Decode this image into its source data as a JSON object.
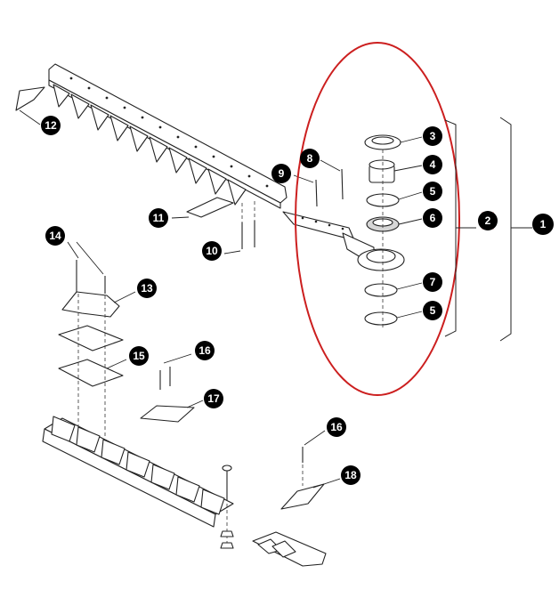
{
  "accent_color": "#cc1f1f",
  "callouts": {
    "c1": "1",
    "c2": "2",
    "c3": "3",
    "c4": "4",
    "c5a": "5",
    "c5b": "5",
    "c6": "6",
    "c7": "7",
    "c8": "8",
    "c9": "9",
    "c10": "10",
    "c11": "11",
    "c12": "12",
    "c13": "13",
    "c14": "14",
    "c15": "15",
    "c16a": "16",
    "c16b": "16",
    "c17": "17",
    "c18": "18"
  }
}
